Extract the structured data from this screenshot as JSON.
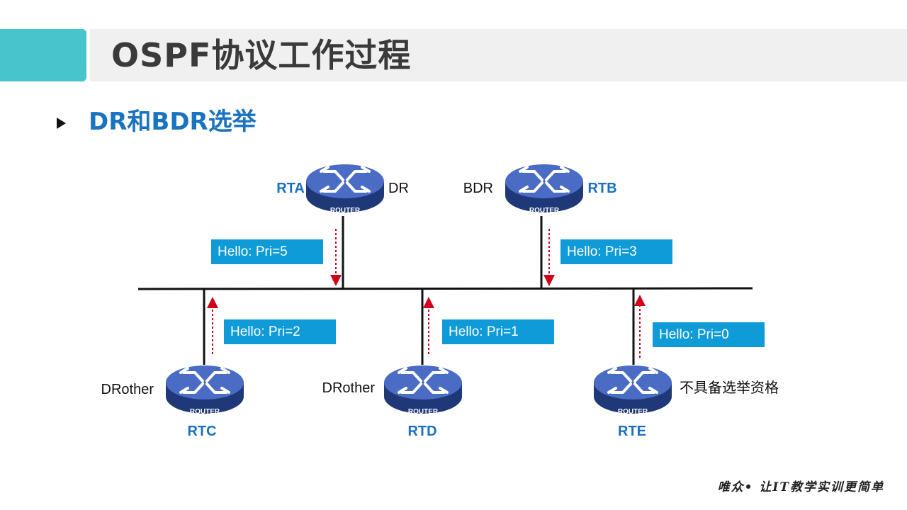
{
  "header": {
    "title": "OSPF协议工作过程"
  },
  "section": {
    "subtitle": "DR和BDR选举"
  },
  "routers": {
    "rta": {
      "name": "RTA",
      "role": "DR",
      "icon_text": "ROUTER"
    },
    "rtb": {
      "name": "RTB",
      "role": "BDR",
      "icon_text": "ROUTER"
    },
    "rtc": {
      "name": "RTC",
      "role": "DRother",
      "icon_text": "ROUTER"
    },
    "rtd": {
      "name": "RTD",
      "role": "DRother",
      "icon_text": "ROUTER"
    },
    "rte": {
      "name": "RTE",
      "role": "不具备选举资格",
      "icon_text": "ROUTER"
    }
  },
  "hello": {
    "rta": "Hello: Pri=5",
    "rtb": "Hello: Pri=3",
    "rtc": "Hello: Pri=2",
    "rtd": "Hello: Pri=1",
    "rte": "Hello: Pri=0"
  },
  "footer": {
    "slogan": "唯众• 让IT教学实训更简单"
  },
  "colors": {
    "accent": "#47c4cc",
    "title_blue": "#1a73c0",
    "hello_box": "#0f9bd7",
    "arrow": "#d0021b",
    "router": "#2f4fa0"
  },
  "icons": [
    "router-icon",
    "bullet-triangle-icon",
    "arrow-down-icon",
    "arrow-up-icon"
  ]
}
